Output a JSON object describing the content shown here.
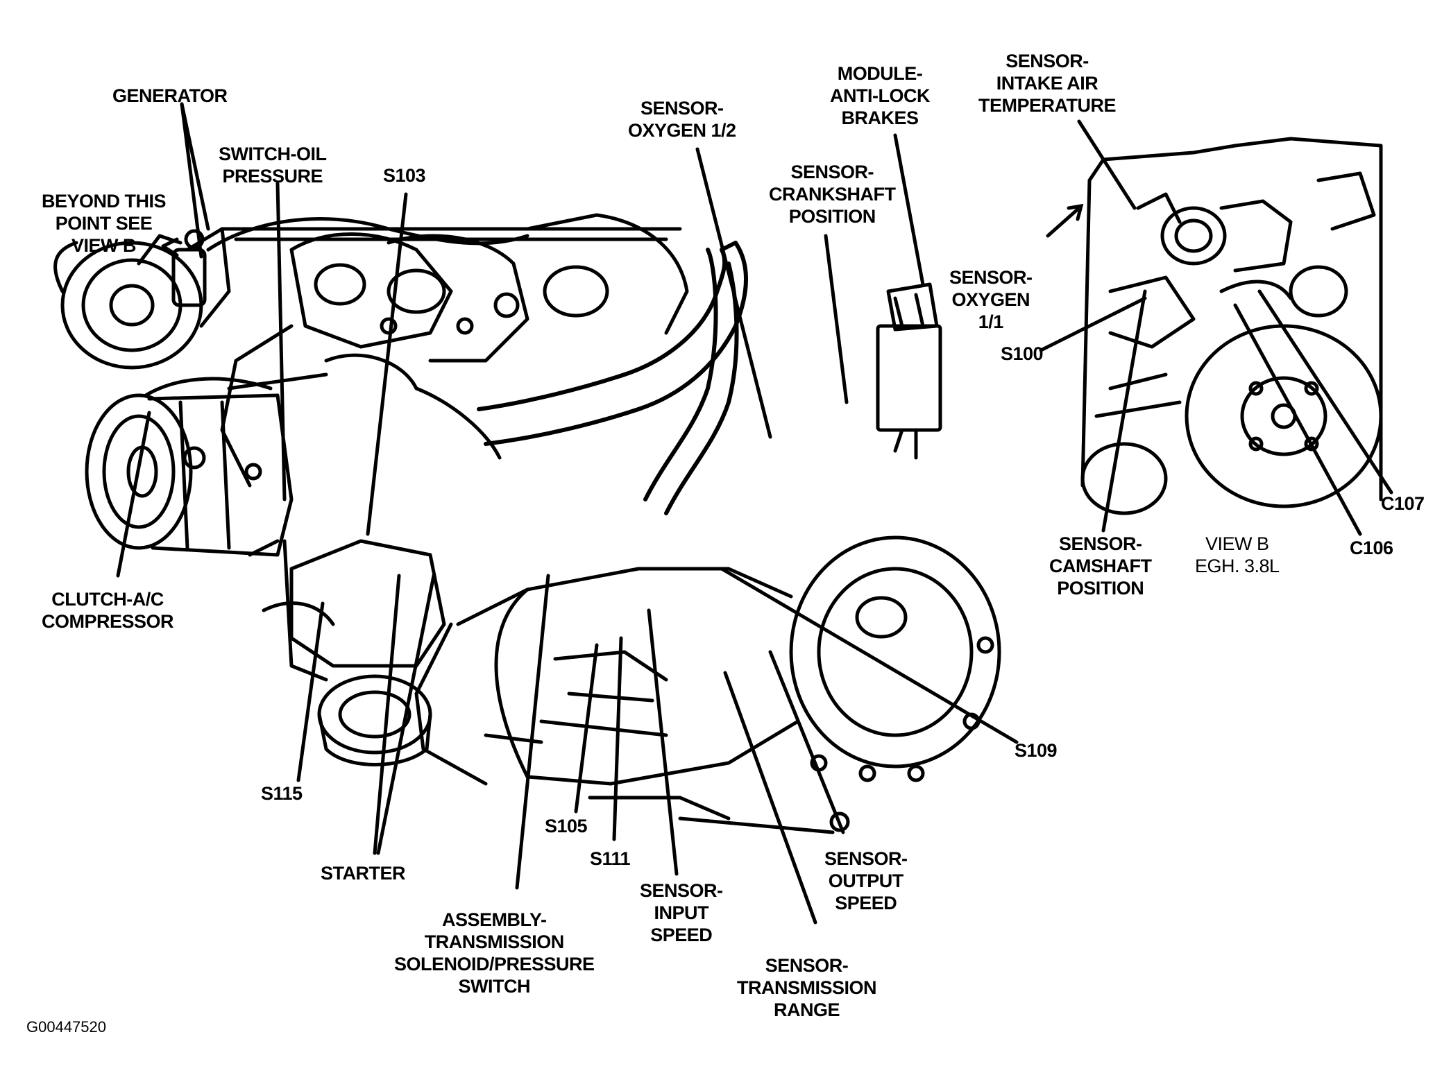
{
  "labels": {
    "generator": "GENERATOR",
    "beyond_point": "BEYOND THIS\nPOINT SEE\nVIEW B",
    "switch_oil_pressure": "SWITCH-OIL\nPRESSURE",
    "s103": "S103",
    "sensor_oxygen_12": "SENSOR-\nOXYGEN 1/2",
    "module_abs": "MODULE-\nANTI-LOCK\nBRAKES",
    "sensor_crankshaft": "SENSOR-\nCRANKSHAFT\nPOSITION",
    "sensor_iat": "SENSOR-\nINTAKE AIR\nTEMPERATURE",
    "sensor_oxygen_11": "SENSOR-\nOXYGEN\n1/1",
    "s100": "S100",
    "c107": "C107",
    "c106": "C106",
    "sensor_camshaft": "SENSOR-\nCAMSHAFT\nPOSITION",
    "view_b": "VIEW B\nEGH. 3.8L",
    "clutch_ac": "CLUTCH-A/C\nCOMPRESSOR",
    "s115": "S115",
    "starter": "STARTER",
    "s105": "S105",
    "s111": "S111",
    "assembly_trans": "ASSEMBLY-\nTRANSMISSION\nSOLENOID/PRESSURE\nSWITCH",
    "sensor_input_speed": "SENSOR-\nINPUT\nSPEED",
    "sensor_trans_range": "SENSOR-\nTRANSMISSION\nRANGE",
    "sensor_output_speed": "SENSOR-\nOUTPUT\nSPEED",
    "s109": "S109"
  },
  "figure_id": "G00447520",
  "colors": {
    "ink": "#000000",
    "paper": "#ffffff"
  }
}
